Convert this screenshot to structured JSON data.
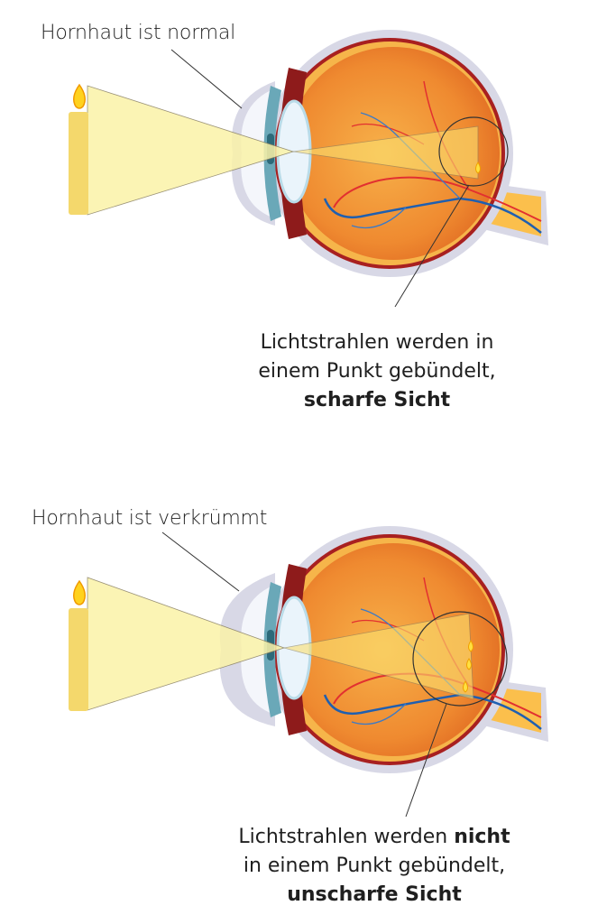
{
  "top": {
    "label": "Hornhaut ist normal",
    "caption_line1": "Lichtstrahlen werden in",
    "caption_line2": "einem Punkt gebündelt,",
    "caption_line3": "scharfe Sicht"
  },
  "bottom": {
    "label": "Hornhaut ist verkrümmt",
    "caption_line1a": "Lichtstrahlen werden ",
    "caption_line1b": "nicht",
    "caption_line2": "in einem Punkt gebündelt,",
    "caption_line3": "unscharfe Sicht"
  },
  "colors": {
    "sclera": "#d8d8e6",
    "choroid": "#a82020",
    "retina": "#f29a3a",
    "beam": "#fbf3a8",
    "vein": "#1f5fb0",
    "artery": "#e23030"
  }
}
